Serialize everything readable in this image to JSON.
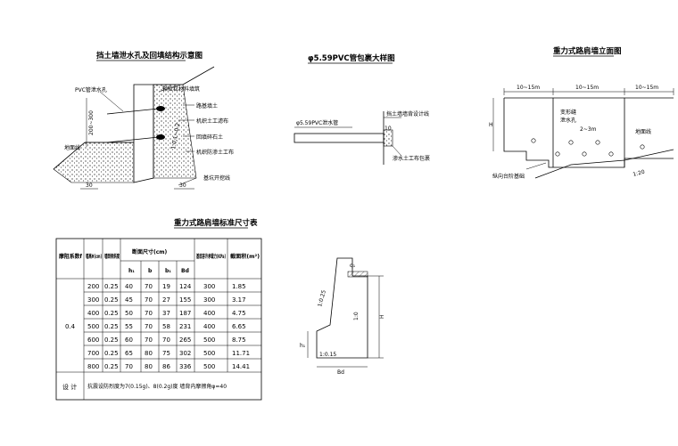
{
  "retaining_section": {
    "title": "挡土墙泄水孔及回填结构示意图",
    "labels": {
      "pvc_drain": "PVC管泄水孔",
      "granular_fill": "颗粒粒材料填筑",
      "subgrade_fill": "路基填土",
      "geotextile_filter": "机织土工滤布",
      "backfill_gravel": "回填碎石土",
      "geotextile_seep": "机织防渗土工布",
      "ground_line": "地面线",
      "excavation_line": "基坑开挖线",
      "spacing_range": "200~300",
      "slope": "1:0.1~0.2",
      "dim_30a": "30",
      "dim_30b": "30"
    }
  },
  "pvc_detail": {
    "title": "φ5.59PVC管包裹大样图",
    "labels": {
      "pipe": "φ5.59PVC泄水管",
      "design_line": "挡土墙墙背设计线",
      "wrap": "渗水土工布包裹",
      "dim": "10"
    }
  },
  "elevation": {
    "title": "重力式路肩墙立面图",
    "labels": {
      "span1": "10~15m",
      "span2": "10~15m",
      "span3": "10~15m",
      "joint": "变形缝",
      "drain": "泄水孔",
      "spacing": "2~3m",
      "ground": "地面线",
      "step_base": "纵向台阶基础",
      "slope": "1:20",
      "h": "H"
    }
  },
  "table": {
    "title": "重力式路肩墙标准尺寸表",
    "headers": {
      "slope_coef": "摩阻系数f",
      "wall_height": "墙高H(cm)",
      "wall_batter": "墙面倾斜度",
      "section_dims": "断面尺寸(cm)",
      "h1": "h₁",
      "b": "b",
      "b1": "b₁",
      "bd": "Bd",
      "bearing": "基底容许承载力(KPa)",
      "area": "截面积(m²)"
    },
    "f_value": "0.4",
    "rows": [
      [
        "200",
        "0.25",
        "40",
        "70",
        "19",
        "124",
        "300",
        "1.85"
      ],
      [
        "300",
        "0.25",
        "45",
        "70",
        "27",
        "155",
        "300",
        "3.17"
      ],
      [
        "400",
        "0.25",
        "50",
        "70",
        "37",
        "187",
        "400",
        "4.75"
      ],
      [
        "500",
        "0.25",
        "55",
        "70",
        "58",
        "231",
        "400",
        "6.65"
      ],
      [
        "600",
        "0.25",
        "60",
        "70",
        "70",
        "265",
        "500",
        "8.75"
      ],
      [
        "700",
        "0.25",
        "65",
        "80",
        "75",
        "302",
        "500",
        "11.71"
      ],
      [
        "800",
        "0.25",
        "70",
        "80",
        "86",
        "336",
        "500",
        "14.41"
      ]
    ],
    "design_label": "设  计",
    "design_note": "抗震设防烈度为7(0.15g)、8(0.2g)度  墙背内摩擦角φ=40"
  },
  "section_detail": {
    "labels": {
      "top": "q₁",
      "slope_back": "1:0.25",
      "slope_face": "1:0",
      "h": "H",
      "h1": "h₁",
      "base_slope": "1:0.15",
      "bd": "Bd"
    }
  }
}
